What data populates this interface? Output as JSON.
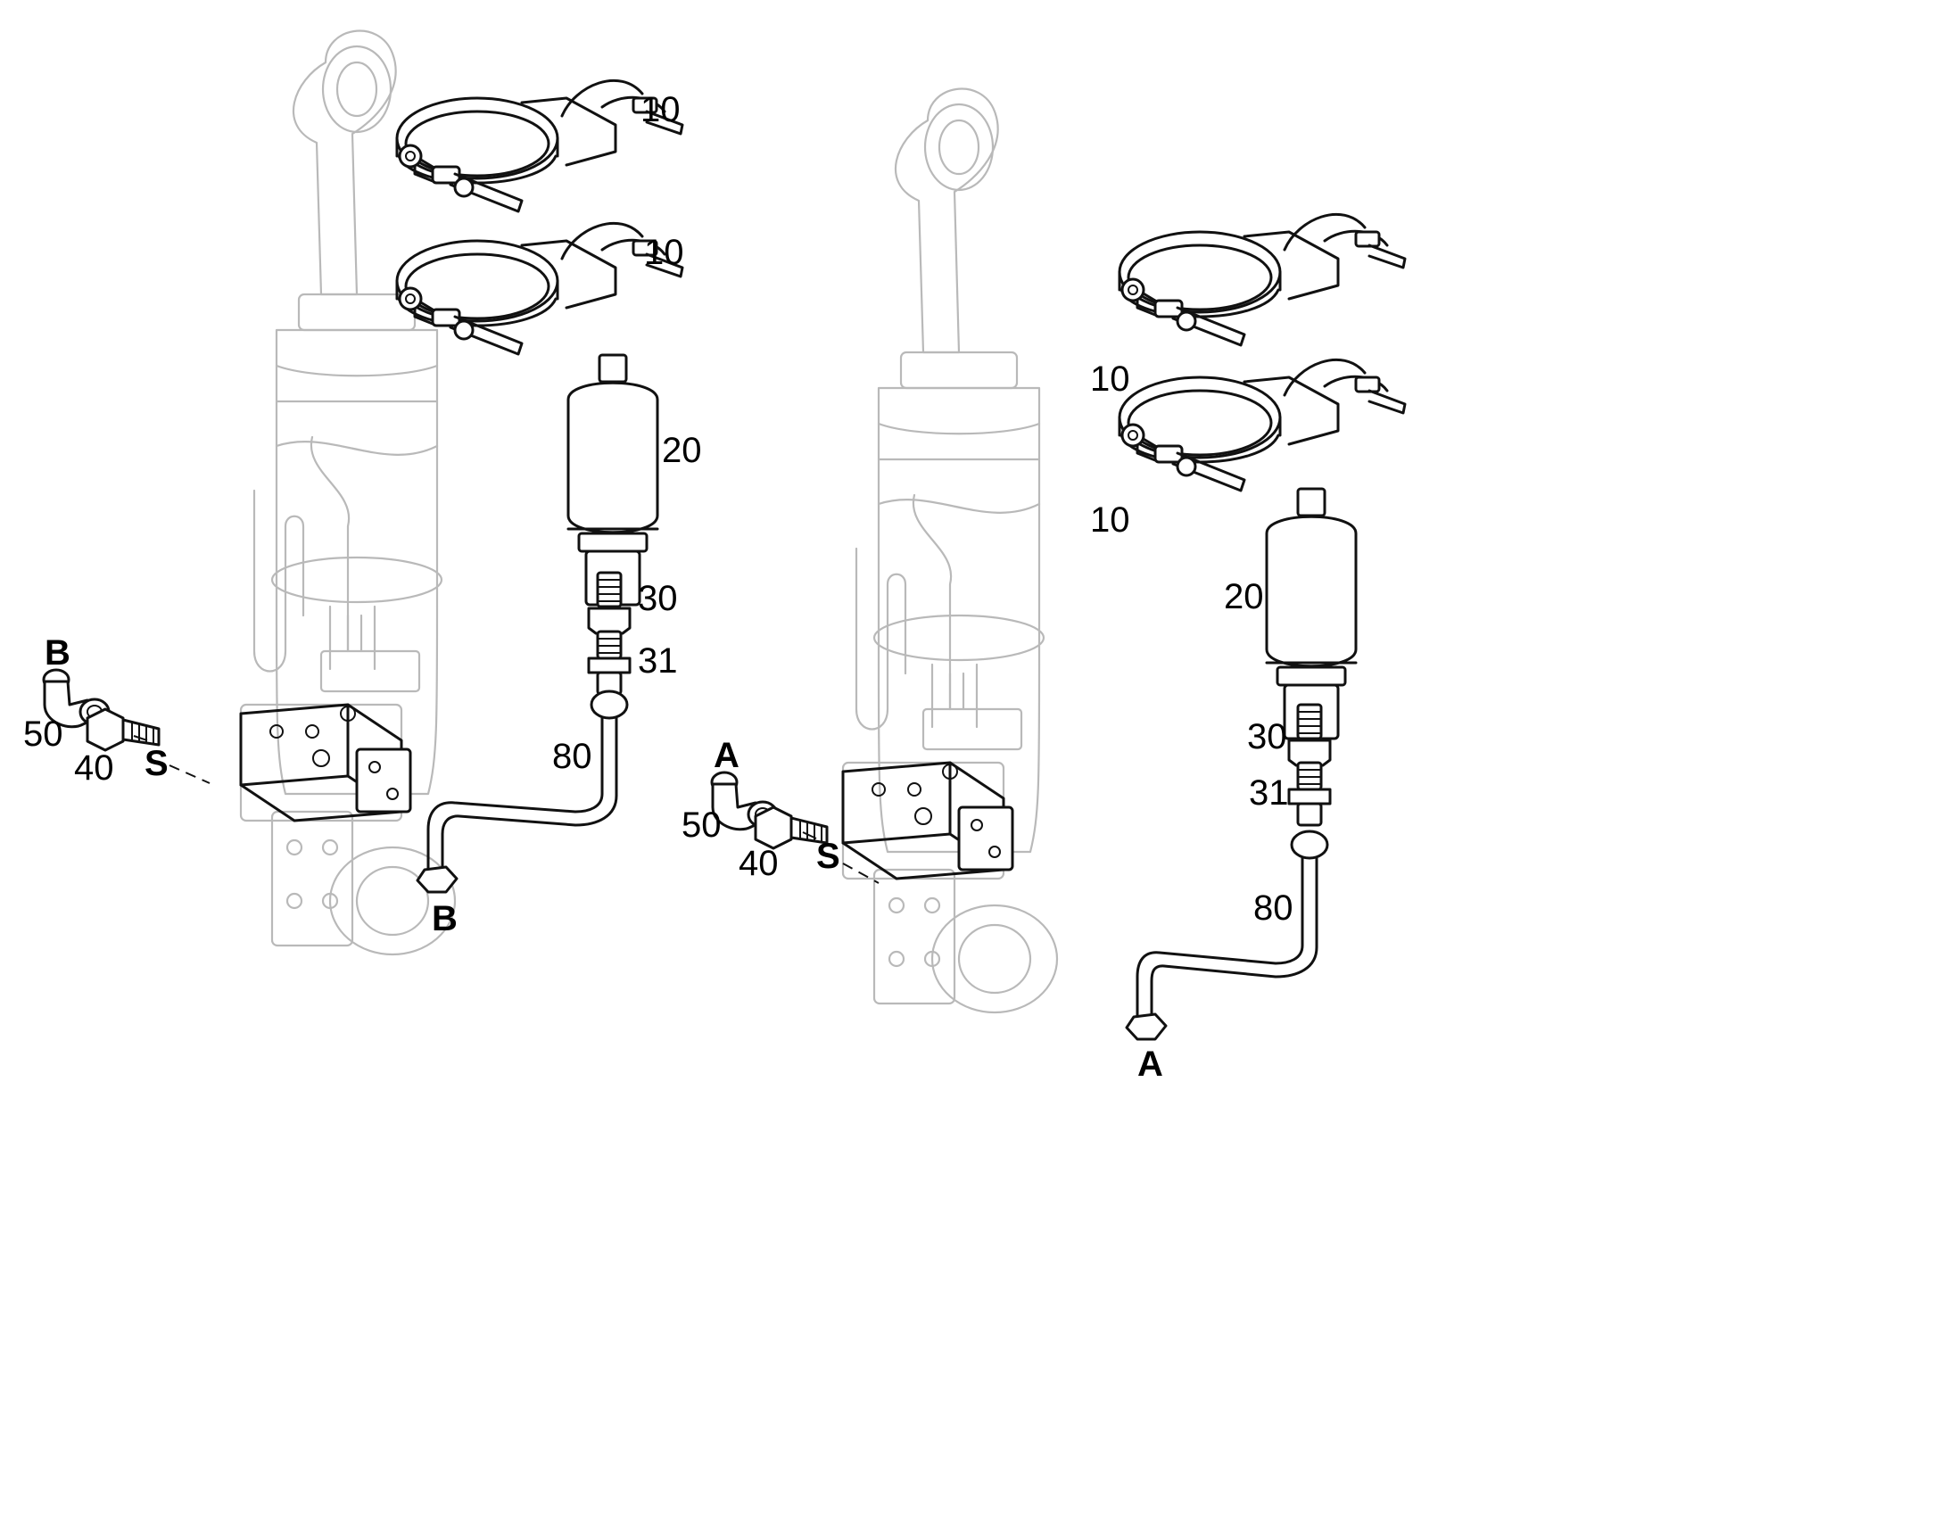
{
  "diagram": {
    "left_group": {
      "callouts": {
        "clamp_upper": "10",
        "clamp_lower": "10",
        "accumulator": "20",
        "adapter_30": "30",
        "adapter_31": "31",
        "pipe": "80",
        "pipe_end_letter": "B",
        "elbow_letter": "B",
        "elbow": "50",
        "fitting": "40",
        "port": "S"
      }
    },
    "right_group": {
      "callouts": {
        "clamp_upper": "10",
        "clamp_lower": "10",
        "accumulator": "20",
        "adapter_30": "30",
        "adapter_31": "31",
        "pipe": "80",
        "pipe_end_letter": "A",
        "elbow_letter": "A",
        "elbow": "50",
        "fitting": "40",
        "port": "S"
      }
    }
  }
}
